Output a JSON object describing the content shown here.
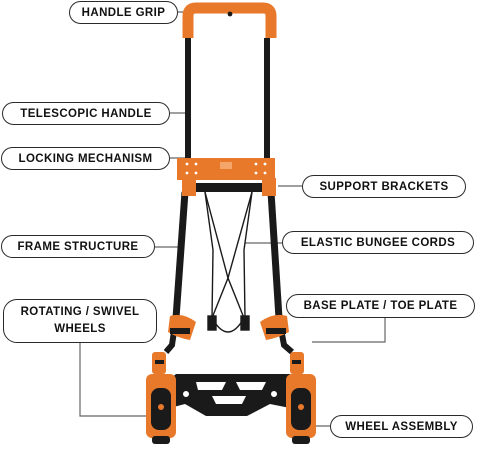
{
  "labels": {
    "handle_grip": "HANDLE GRIP",
    "telescopic_handle": "TELESCOPIC HANDLE",
    "locking_mechanism": "LOCKING MECHANISM",
    "support_brackets": "SUPPORT BRACKETS",
    "frame_structure": "FRAME STRUCTURE",
    "elastic_bungee_cords": "ELASTIC BUNGEE CORDS",
    "rotating_swivel_wheels_line1": "ROTATING / SWIVEL",
    "rotating_swivel_wheels_line2": "WHEELS",
    "base_plate_toe_plate": "BASE PLATE / TOE PLATE",
    "wheel_assembly": "WHEEL ASSEMBLY"
  },
  "colors": {
    "accent_orange": "#e8792b",
    "frame_black": "#1a1a1a",
    "label_border": "#2a2a2a",
    "leader_line": "#666666"
  }
}
